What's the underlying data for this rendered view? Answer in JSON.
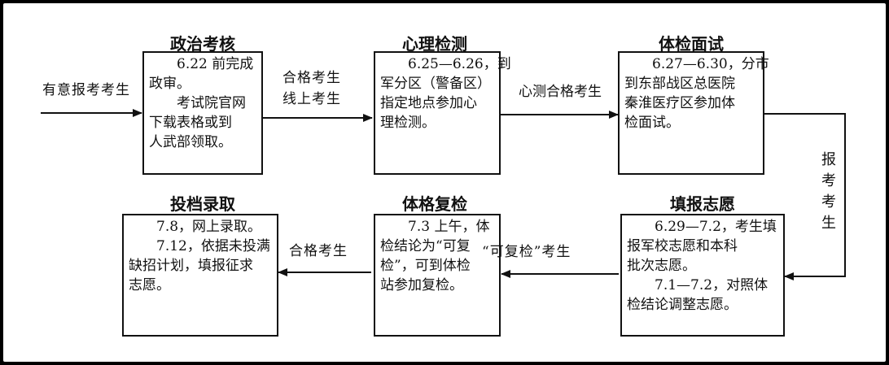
{
  "steps": {
    "political": {
      "title": "政治考核",
      "lines": [
        "6.22 前完成",
        "政审。",
        "考试院官网",
        "下载表格或到",
        "人武部领取。"
      ]
    },
    "psych": {
      "title": "心理检测",
      "lines": [
        "6.25—6.26，到",
        "军分区（警备区）",
        "指定地点参加心",
        "理检测。"
      ]
    },
    "medical": {
      "title": "体检面试",
      "lines": [
        "6.27—6.30，分市",
        "到东部战区总医院",
        "秦淮医疗区参加体",
        "检面试。"
      ]
    },
    "volunteer": {
      "title": "填报志愿",
      "lines": [
        "6.29—7.2，考生填",
        "报军校志愿和本科",
        "批次志愿。",
        "7.1—7.2，对照体",
        "检结论调整志愿。"
      ]
    },
    "recheck": {
      "title": "体格复检",
      "lines": [
        "7.3 上午，体",
        "检结论为“可复",
        "检”，可到体检",
        "站参加复检。"
      ]
    },
    "admission": {
      "title": "投档录取",
      "lines": [
        "7.8，网上录取。",
        "7.12，依据未投满",
        "缺招计划，填报征求",
        "志愿。"
      ]
    }
  },
  "arrows": {
    "entry": "有意报考考生",
    "to_psych": [
      "合格考生",
      "线上考生"
    ],
    "to_medical": "心测合格考生",
    "to_volunteer": "报考考生",
    "to_recheck": "“可复检”考生",
    "to_admission": "合格考生"
  }
}
